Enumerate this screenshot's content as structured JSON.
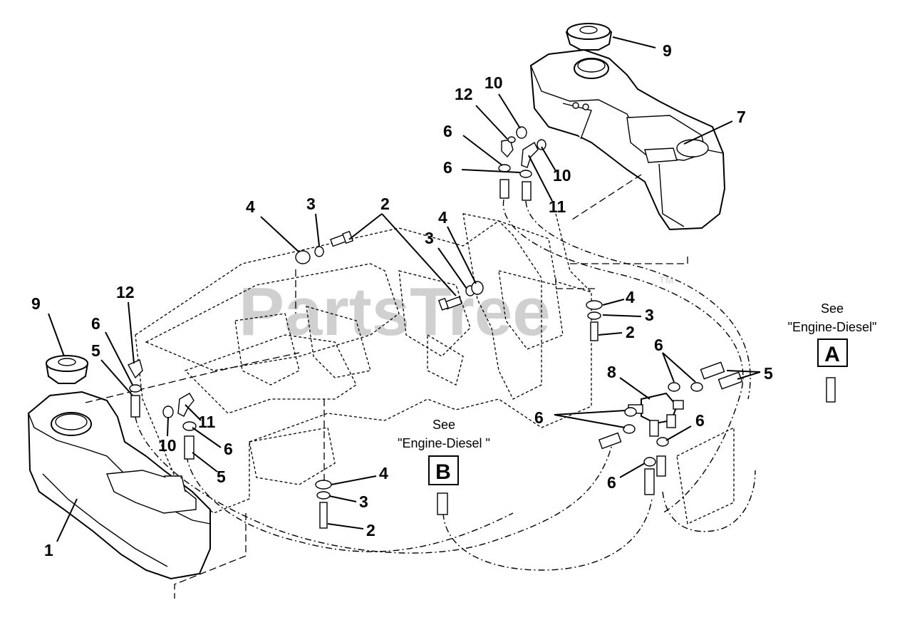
{
  "watermark": {
    "text": "PartsTree",
    "trademark": "TM"
  },
  "references": [
    {
      "id": "A",
      "see_label": "See",
      "target": "\"Engine-Diesel\"",
      "box_letter": "A"
    },
    {
      "id": "B",
      "see_label": "See",
      "target": "\"Engine-Diesel \"",
      "box_letter": "B"
    }
  ],
  "callouts": {
    "c9_right": "9",
    "c7": "7",
    "c12_top": "12",
    "c10_top": "10",
    "c6_top_a": "6",
    "c6_top_b": "6",
    "c10_top_b": "10",
    "c11_top": "11",
    "c4_upper": "4",
    "c3_upper": "3",
    "c2_upper": "2",
    "c3_mid": "3",
    "c4_mid": "4",
    "c4_right": "4",
    "c3_right": "3",
    "c2_right": "2",
    "c9_left": "9",
    "c12_left": "12",
    "c6_left": "6",
    "c5_left": "5",
    "c11_left": "11",
    "c10_left": "10",
    "c6_left_b": "6",
    "c5_left_b": "5",
    "c1": "1",
    "c4_low": "4",
    "c3_low": "3",
    "c2_low": "2",
    "c8": "8",
    "c6_tee_top": "6",
    "c5_right": "5",
    "c6_tee_left": "6",
    "c6_tee_right": "6",
    "c6_tee_bottom": "6"
  },
  "icons": [
    "fuel-cap-icon",
    "fuel-tank-icon",
    "elbow-fitting-icon",
    "bolt-icon",
    "washer-icon",
    "tee-fitting-icon",
    "hose-clamp-icon"
  ]
}
